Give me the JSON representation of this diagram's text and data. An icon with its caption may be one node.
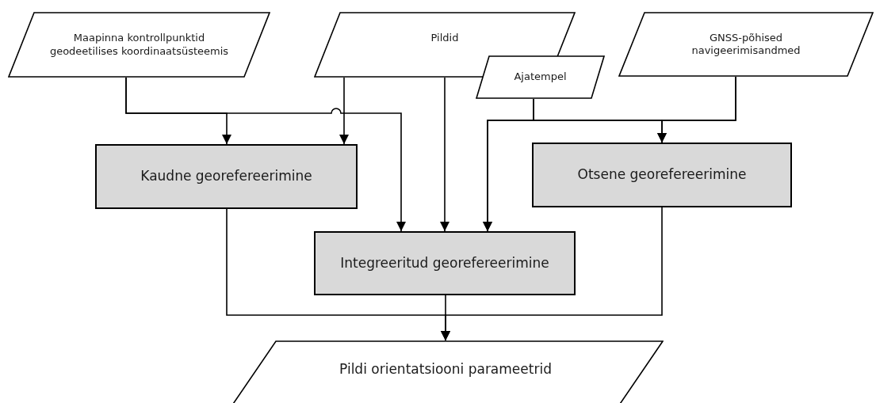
{
  "diagram": {
    "nodes": [
      {
        "text": [
          "Maapinna kontrollpunktid geodeetilises koordinaatsüsteemis"
        ]
      },
      {
        "text": [
          "Pildid"
        ]
      },
      {
        "text": [
          "Ajatempel"
        ]
      },
      {
        "text": [
          "GNSS-põhised navigeerimisandmed"
        ]
      },
      {
        "text": [
          "Kaudne georefereerimine"
        ]
      },
      {
        "text": [
          "Otsene georefereerimine"
        ]
      },
      {
        "text": [
          "Integreeritud georefereerimine"
        ]
      },
      {
        "text": [
          "Pildi orientatsiooni parameetrid"
        ]
      }
    ],
    "edges": [
      {
        "from": 0,
        "to": 4,
        "arrow": "to"
      },
      {
        "from": 0,
        "to": 6,
        "arrow": "to"
      },
      {
        "from": 1,
        "to": 4,
        "arrow": "to"
      },
      {
        "from": 1,
        "to": 6,
        "arrow": "to"
      },
      {
        "from": 2,
        "to": 6,
        "arrow": "to"
      },
      {
        "from": 2,
        "to": 5,
        "arrow": "to"
      },
      {
        "from": 3,
        "to": 6,
        "arrow": "to"
      },
      {
        "from": 3,
        "to": 5,
        "arrow": "to"
      },
      {
        "from": 4,
        "to": 7,
        "arrow": "to"
      },
      {
        "from": 5,
        "to": 7,
        "arrow": "to"
      },
      {
        "from": 6,
        "to": 7,
        "arrow": "to"
      }
    ]
  }
}
